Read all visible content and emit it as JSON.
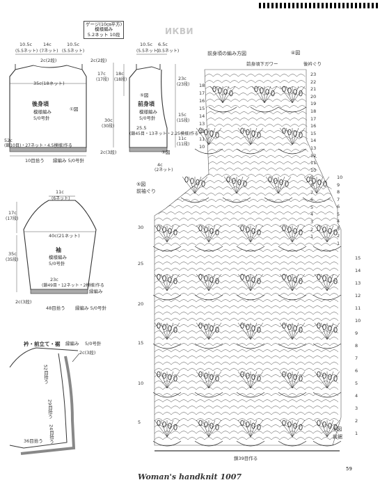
{
  "watermark": "ИКВИ",
  "gauge": {
    "title": "ゲージ(10㎝平方)",
    "pattern": "模様編み",
    "count": "5.2ネット 10段"
  },
  "back": {
    "top_dims": [
      "10.5c",
      "14c",
      "10.5c"
    ],
    "top_nets": [
      "(5.5ネット)",
      "(7ネット)",
      "(5.5ネット)"
    ],
    "neck_drop": "2c(2段)",
    "width_line": "35c(18ネット)",
    "diagram_ref": "①図",
    "name": "後身頃",
    "stitch": "模様編み",
    "needle": "5/0号針",
    "hem_label": "52c",
    "hem_count": "(鎖10目)・27ネット・4.5模様)作る",
    "hem_rows": "10目拾う",
    "rib_label": "縁編み 5/0号針"
  },
  "front": {
    "top_dims": [
      "10.5c",
      "6.5c"
    ],
    "top_nets": [
      "(5.5ネット)",
      "(3.5ネット)"
    ],
    "shoulder_drop": "2c(2段)",
    "armhole_height": "17c",
    "armhole_rows": "(17段)",
    "neck_depth": "18c",
    "neck_rows": "(18段)",
    "length": "30c",
    "length_rows": "(30段)",
    "side_gap": "2c(3段)",
    "diagram_ref": "⑤図",
    "name": "前身頃",
    "stitch": "模様編み",
    "needle": "5/0号針",
    "right_height": "23c",
    "right_rows": "(23段)",
    "mid_height": "15c",
    "mid_rows": "(15段)",
    "bottom_height": "11c",
    "bottom_rows": "(11段)",
    "hem_label": "25.5",
    "hem_count": "(鎖45目・13ネット・2.25模様)作る",
    "hem_diagram": "③図",
    "front_edge": "4c",
    "front_edge_nets": "(2ネット)"
  },
  "sleeve": {
    "top_width": "11c",
    "top_nets": "(6ネット)",
    "cap_height": "17c",
    "cap_rows": "(17段)",
    "body_width": "40c(21ネット)",
    "total_height": "35c",
    "total_rows": "(35段)",
    "name": "袖",
    "stitch": "模様編み",
    "needle": "5/0号針",
    "cuff_label": "23c",
    "cuff_count": "(鎖49目・12ネット・2模様)作る",
    "cuff_gap": "2c(3段)",
    "cuff_pickup": "48目拾う",
    "rib_label": "縁編み 5/0号針",
    "rib_name": "縁編み"
  },
  "edging": {
    "title": "衿・前立て・裾",
    "stitch": "縁編み",
    "needle": "5/0号針",
    "band_width": "2c(3段)",
    "pickup_neck": "52目拾う",
    "pickup_front": "29目拾う",
    "pickup_lower": "24目拾う",
    "pickup_hem": "36目拾う"
  },
  "chart": {
    "title": "前身頃の編み方図",
    "diagram4": "④図",
    "front_neck_label": "前身頃下ガワー",
    "back_neck_label": "後衿ぐり",
    "diagram5": "⑤図",
    "armhole_label": "前袖ぐり",
    "diagram3": "③図",
    "hem_label": "前裾",
    "cast_on": "鎖39目作る",
    "left_rows": [
      "30",
      "25",
      "20",
      "15",
      "10",
      "5"
    ],
    "right_rows": [
      "23",
      "22",
      "21",
      "20",
      "19",
      "18",
      "17",
      "16",
      "15",
      "14",
      "13",
      "12",
      "11",
      "10",
      "9",
      "8",
      "7",
      "6",
      "5",
      "4",
      "3",
      "2",
      "1"
    ],
    "upper_left_rows": [
      "18",
      "17",
      "16",
      "15",
      "14",
      "13",
      "12",
      "11",
      "10"
    ],
    "mid_right_rows": [
      "10",
      "9",
      "8",
      "7",
      "6",
      "5",
      "4",
      "3",
      "2",
      "1"
    ],
    "lower_right_rows": [
      "15",
      "14",
      "13",
      "12",
      "11",
      "10",
      "9",
      "8",
      "7",
      "6",
      "5",
      "4",
      "3",
      "2",
      "1"
    ]
  },
  "footer": "Woman's handknit 1007",
  "page_number": "59"
}
